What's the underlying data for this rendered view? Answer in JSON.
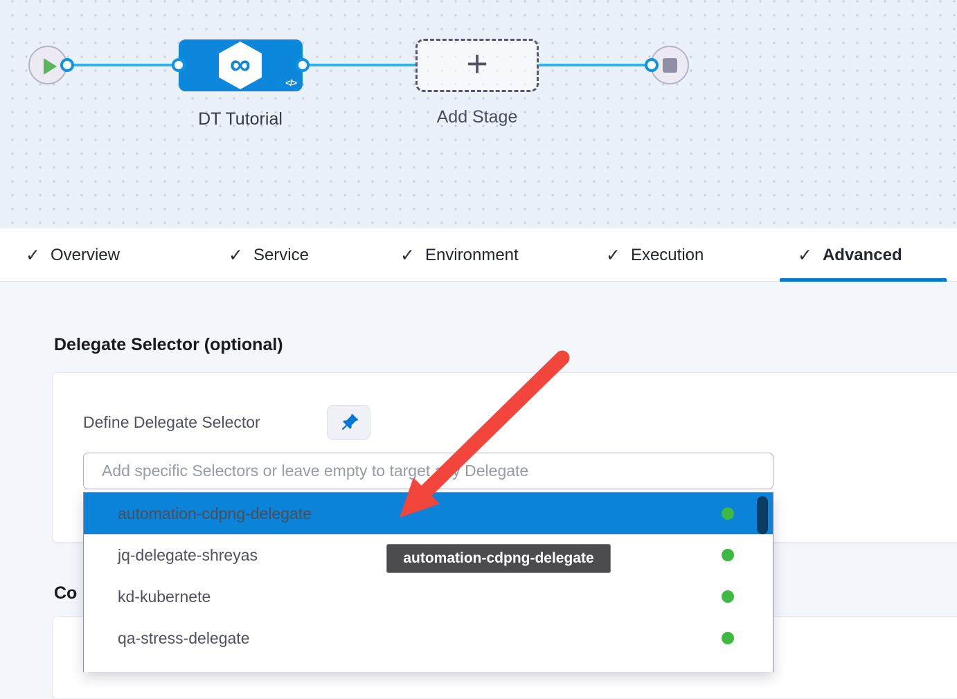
{
  "pipeline_canvas": {
    "stage_node": {
      "label": "DT Tutorial",
      "icon": "infinity-hexagon",
      "infinity_glyph": "∞",
      "code_glyph": "</>"
    },
    "add_stage_node": {
      "label": "Add Stage",
      "plus_glyph": "+"
    },
    "start_node_icon": "play",
    "end_node_icon": "stop"
  },
  "tabs": [
    {
      "label": "Overview",
      "check": "✓",
      "active": false
    },
    {
      "label": "Service",
      "check": "✓",
      "active": false
    },
    {
      "label": "Environment",
      "check": "✓",
      "active": false
    },
    {
      "label": "Execution",
      "check": "✓",
      "active": false
    },
    {
      "label": "Advanced",
      "check": "✓",
      "active": true
    }
  ],
  "advanced_tab": {
    "section_heading": "Delegate Selector (optional)",
    "define_label": "Define Delegate Selector",
    "pin_icon": "pushpin",
    "selector_input": {
      "value": "",
      "placeholder": "Add specific Selectors or leave empty to target any Delegate"
    },
    "dropdown_options": [
      {
        "name": "automation-cdpng-delegate",
        "highlighted": true,
        "status_color": "#3eb944"
      },
      {
        "name": "jq-delegate-shreyas",
        "highlighted": false,
        "status_color": "#3eb944"
      },
      {
        "name": "kd-kubernete",
        "highlighted": false,
        "status_color": "#3eb944"
      },
      {
        "name": "qa-stress-delegate",
        "highlighted": false,
        "status_color": "#3eb944"
      }
    ],
    "tooltip_text": "automation-cdpng-delegate",
    "next_section_heading_partial": "Co"
  },
  "colors": {
    "accent_blue": "#0278d5",
    "node_blue": "#0d87dc",
    "connector_cyan": "#2eb4e8",
    "highlight_row_blue": "#0b83d9",
    "status_green": "#3eb944",
    "arrow_red": "#f2453c",
    "tooltip_bg": "#4c4c4f",
    "scrollbar_navy": "#0a3c63",
    "canvas_bg": "#eaf1f8",
    "content_bg": "#f3f7fb"
  }
}
